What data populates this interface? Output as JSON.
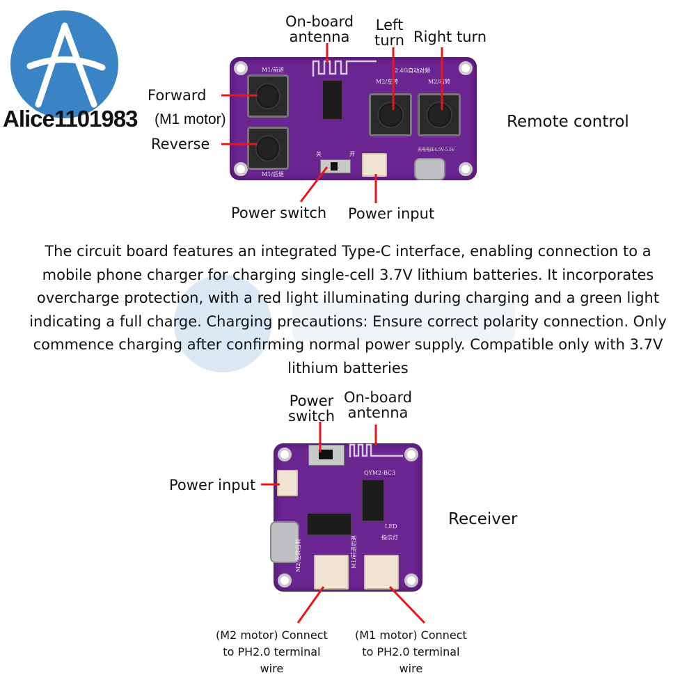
{
  "watermark": {
    "brand": "Alice1101983",
    "color": "#3a83c4"
  },
  "remote": {
    "title": "Remote control",
    "labels": {
      "antenna": "On-board\nantenna",
      "left_turn": "Left\nturn",
      "right_turn": "Right turn",
      "forward": "Forward",
      "m1_motor": "(M1 motor)",
      "reverse": "Reverse",
      "power_switch": "Power switch",
      "power_input": "Power input"
    },
    "silk": {
      "m1_fwd": "M1/前进",
      "m1_rev": "M1/后退",
      "m2_left": "M2/左转",
      "m2_right": "M2/右转",
      "pair": "2.4G自动对频",
      "charge": "充电电压4.5V-5.5V",
      "off": "关",
      "on": "开"
    }
  },
  "description": "The circuit board features an integrated Type-C interface, enabling connection to a mobile phone charger for charging single-cell 3.7V lithium batteries. It incorporates overcharge protection, with a red light illuminating during charging and a green light indicating a full charge. Charging precautions: Ensure correct polarity connection. Only commence charging after confirming normal power supply. Compatible only with 3.7V lithium batteries",
  "receiver": {
    "title": "Receiver",
    "labels": {
      "power_switch": "Power\nswitch",
      "antenna": "On-board\nantenna",
      "power_input": "Power input",
      "m2": "(M2 motor) Connect\nto PH2.0 terminal\nwire",
      "m1": "(M1 motor) Connect\nto PH2.0 terminal\nwire"
    },
    "silk": {
      "model": "QYM2-BC3",
      "indicator": "指示灯",
      "m2": "M2/左转右转",
      "m1": "M1/前进后退",
      "led": "LED"
    }
  },
  "colors": {
    "board": "#6b2590",
    "pointer": "#e8151b"
  }
}
